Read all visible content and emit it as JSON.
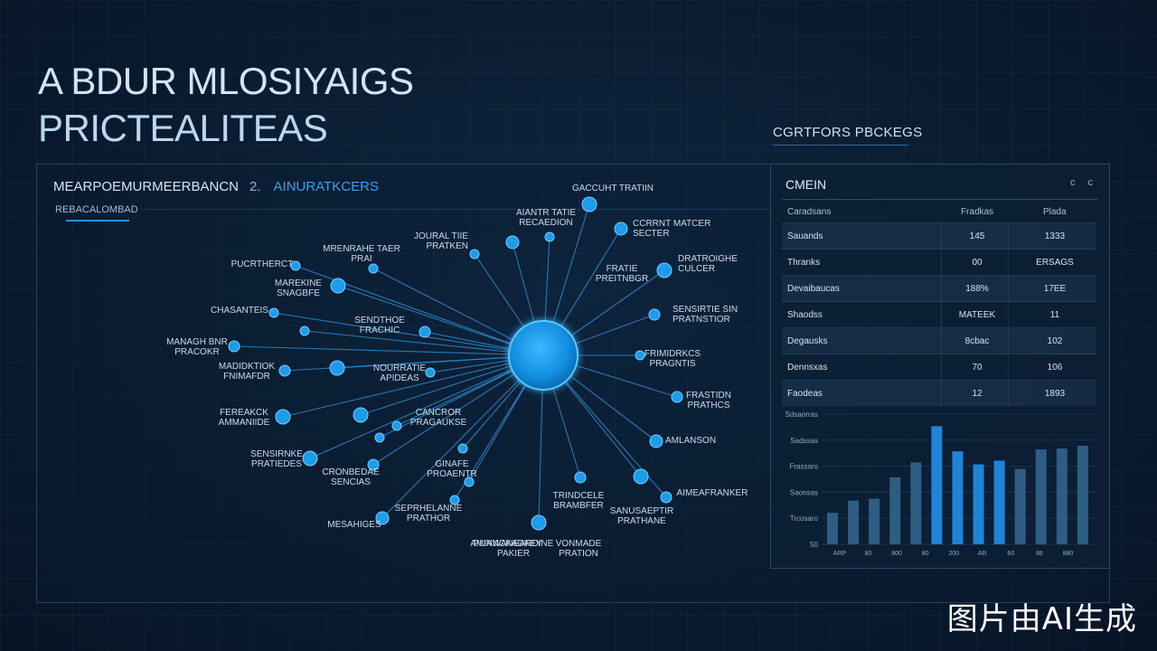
{
  "title": {
    "line1": "A BDUR MLOSIYAIGS",
    "line2": "PRICTEALITEAS"
  },
  "right_heading": "CGRTFORS PBCKEGS",
  "panel": {
    "heading": "MEARPOEMURMEERBANCN",
    "heading_num": "2.",
    "heading_accent": "AINURATKCERS",
    "tab": "REBACALOMBAD"
  },
  "network": {
    "hub_color": "#1e9bea",
    "nodes": [
      {
        "label": [
          "GACCUHT TRATIIN"
        ]
      },
      {
        "label": [
          "AIANTR TATIE",
          "RECAEDION"
        ]
      },
      {
        "label": [
          "CCRRNT MATCER",
          "SECTER"
        ]
      },
      {
        "label": [
          "JOURAL TIIE",
          "PRATKEN"
        ]
      },
      {
        "label": [
          "MRENRAHE TAER",
          "PRAI"
        ]
      },
      {
        "label": [
          "FRATIE",
          "PREITNBGR"
        ]
      },
      {
        "label": [
          "DRATROIGHE",
          "CULCER"
        ]
      },
      {
        "label": [
          "PUCRTHERCT"
        ]
      },
      {
        "label": [
          "MAREKINE",
          "SNAGBFE"
        ]
      },
      {
        "label": [
          "SENSIRTIE SIN",
          "PRATNSTIOR"
        ]
      },
      {
        "label": [
          "CHASANTEIS"
        ]
      },
      {
        "label": [
          "SENDTHOE",
          "FRACHIC"
        ]
      },
      {
        "label": [
          "MANAGH BNR",
          "PRACOKR"
        ]
      },
      {
        "label": [
          "FRIMIDRKCS",
          "PRAGNTIS"
        ]
      },
      {
        "label": [
          "MADIDKTIOK",
          "FNIMAFDR"
        ]
      },
      {
        "label": [
          "NOURRATIE",
          "APIDEAS"
        ]
      },
      {
        "label": [
          "FRASTIDN",
          "PRATHCS"
        ]
      },
      {
        "label": [
          "FEREAKCK",
          "AMMANIIDE"
        ]
      },
      {
        "label": [
          "CANCROR",
          "PRAGAUKSE"
        ]
      },
      {
        "label": [
          "AMLANSON"
        ]
      },
      {
        "label": [
          "SENSIRNKE",
          "PRATIEDES"
        ]
      },
      {
        "label": [
          "GINAFE",
          "PROAENTR"
        ]
      },
      {
        "label": [
          "CRONBEDAE",
          "SENCIAS"
        ]
      },
      {
        "label": [
          "TRINDCELE",
          "BRAMBFER"
        ]
      },
      {
        "label": [
          "AIMEAFRANKER"
        ]
      },
      {
        "label": [
          "SEPRHELANNE",
          "PRATHOR"
        ]
      },
      {
        "label": [
          "PUNWANEARDINE",
          "PAKIER"
        ]
      },
      {
        "label": [
          "MESAHIGES"
        ]
      },
      {
        "label": [
          "SANUSAEPTIR",
          "PRATHANE"
        ]
      },
      {
        "label": [
          "VONMADE",
          "PRATION"
        ]
      },
      {
        "label": [
          "AMIANCKADKEY"
        ]
      }
    ]
  },
  "side_panel": {
    "title": "CMEIN",
    "controls": [
      "c",
      "c"
    ],
    "table": {
      "columns": [
        "Caradsans",
        "Fradkas",
        "Plada"
      ],
      "rows": [
        [
          "Sauands",
          "145",
          "1333"
        ],
        [
          "Thranks",
          "00",
          "ERSAGS"
        ],
        [
          "Devaibaucas",
          "188%",
          "17EE"
        ],
        [
          "Shaodss",
          "MATEEK",
          "11"
        ],
        [
          "Degausks",
          "8cbac",
          "102"
        ],
        [
          "Dennsxas",
          "70",
          "106"
        ],
        [
          "Faodeas",
          "12",
          "1893"
        ]
      ]
    }
  },
  "chart_data": {
    "type": "bar",
    "title": "",
    "ylabels": [
      "Sdsaorras",
      "Sadssas",
      "Frassaro",
      "Saonsas",
      "Trcosaro",
      "50"
    ],
    "xlabels": [
      "ARP",
      "80",
      "800",
      "80",
      "200",
      "AR",
      "60",
      "88",
      "880"
    ],
    "values": [
      34,
      47,
      49,
      72,
      88,
      127,
      100,
      86,
      90,
      81,
      102,
      103,
      106
    ],
    "highlight_indices": [
      5,
      6,
      7,
      8
    ],
    "colors": {
      "normal": "#2e5d84",
      "highlight": "#1f84d6"
    }
  }
}
